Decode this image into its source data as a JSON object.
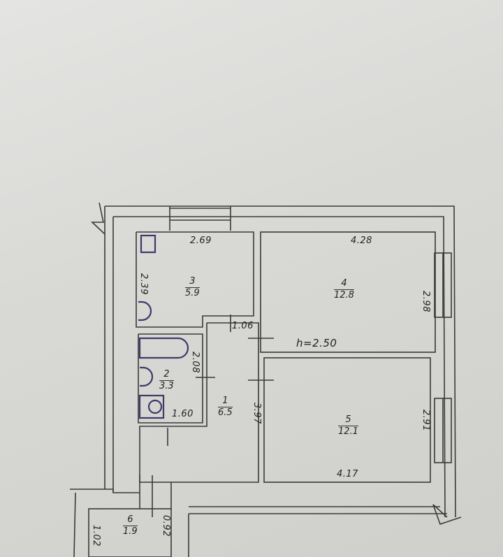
{
  "ceiling_height": "h=2.50",
  "rooms": [
    {
      "number": "1",
      "area": "6.5"
    },
    {
      "number": "2",
      "area": "3.3"
    },
    {
      "number": "3",
      "area": "5.9"
    },
    {
      "number": "4",
      "area": "12.8"
    },
    {
      "number": "5",
      "area": "12.1"
    },
    {
      "number": "6",
      "area": "1.9"
    }
  ],
  "dimensions": {
    "kitchen_width": "2.69",
    "kitchen_depth": "2.39",
    "corridor_opening": "1.06",
    "bath_depth": "2.08",
    "bath_width": "1.60",
    "hall_length": "3.97",
    "room4_width": "4.28",
    "room4_depth": "2.98",
    "room5_depth": "2.91",
    "room5_width": "4.17",
    "closet_depth": "1.02",
    "closet_width": "0.92"
  }
}
